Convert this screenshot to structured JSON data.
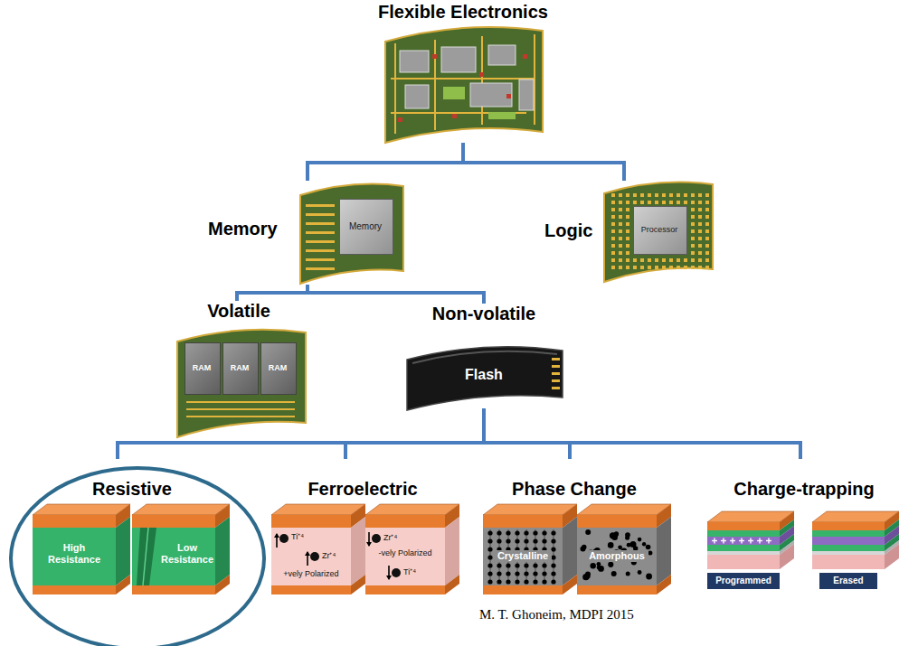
{
  "diagram": {
    "caption": "M. T. Ghoneim, MDPI 2015",
    "nodes": [
      {
        "text": [
          "Flexible Electronics"
        ]
      },
      {
        "text": [
          "Memory"
        ]
      },
      {
        "text": [
          "Memory"
        ],
        "in": 1
      },
      {
        "text": [
          "Logic"
        ]
      },
      {
        "text": [
          "Processor"
        ],
        "in": 3
      },
      {
        "text": [
          "Volatile"
        ]
      },
      {
        "text": [
          "RAM"
        ],
        "in": 5
      },
      {
        "text": [
          "RAM"
        ],
        "in": 5
      },
      {
        "text": [
          "RAM"
        ],
        "in": 5
      },
      {
        "text": [
          "Non-volatile"
        ]
      },
      {
        "text": [
          "Flash"
        ],
        "in": 9
      },
      {
        "text": [
          "Resistive"
        ]
      },
      {
        "text": [
          "High Resistance"
        ],
        "in": 11
      },
      {
        "text": [
          "Low Resistance"
        ],
        "in": 11
      },
      {
        "text": [
          "Ferroelectric"
        ]
      },
      {
        "text": [
          "Ti⁺⁴",
          "Zr⁺⁴",
          "+vely Polarized"
        ],
        "in": 14
      },
      {
        "text": [
          "Zr⁺⁴",
          "-vely Polarized",
          "Ti⁺⁴"
        ],
        "in": 14
      },
      {
        "text": [
          "Phase Change"
        ]
      },
      {
        "text": [
          "Crystalline"
        ],
        "in": 17
      },
      {
        "text": [
          "Amorphous"
        ],
        "in": 17
      },
      {
        "text": [
          "Charge-trapping"
        ]
      },
      {
        "text": [
          "Programmed"
        ],
        "in": 20
      },
      {
        "text": [
          "Erased"
        ],
        "in": 20
      }
    ],
    "edges": [
      {
        "from": 0,
        "to": 1,
        "arrow": "none"
      },
      {
        "from": 0,
        "to": 3,
        "arrow": "none"
      },
      {
        "from": 1,
        "to": 5,
        "arrow": "none"
      },
      {
        "from": 1,
        "to": 9,
        "arrow": "none"
      },
      {
        "from": 9,
        "to": 11,
        "arrow": "none"
      },
      {
        "from": 9,
        "to": 14,
        "arrow": "none"
      },
      {
        "from": 9,
        "to": 17,
        "arrow": "none"
      },
      {
        "from": 9,
        "to": 20,
        "arrow": "none"
      }
    ]
  }
}
